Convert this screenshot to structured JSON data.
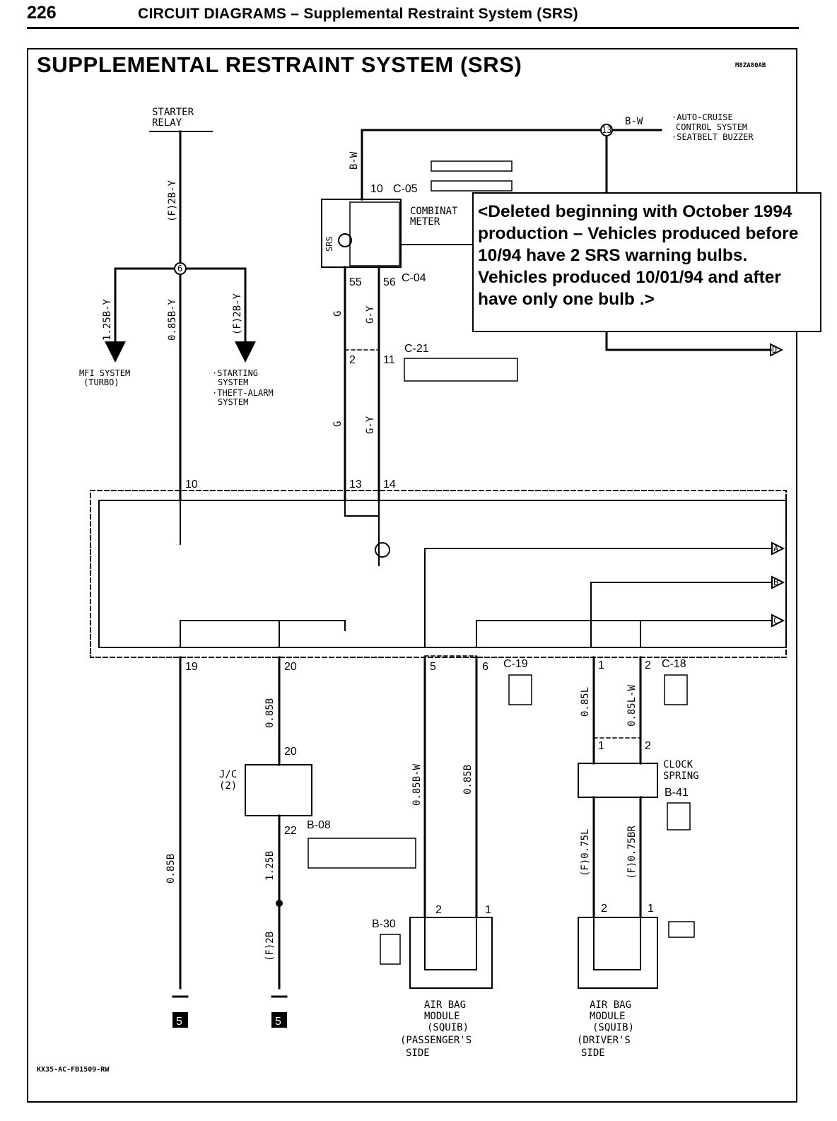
{
  "header": {
    "page_number": "226",
    "title": "CIRCUIT DIAGRAMS – Supplemental Restraint System (SRS)"
  },
  "diagram": {
    "title": "SUPPLEMENTAL RESTRAINT SYSTEM (SRS)",
    "code": "M8ZA80AB",
    "footer_code": "KX35-AC-FB1509-RW"
  },
  "note": {
    "text": "<Deleted beginning with October 1994  production – Vehicles produced before 10/94 have 2 SRS warning bulbs. Vehicles produced 10/01/94 and after have only one bulb .>"
  },
  "labels": {
    "starter_relay_1": "STARTER",
    "starter_relay_2": "RELAY",
    "bw_top": "B-W",
    "bw_vertical": "B-W",
    "auto_cruise_1": "·AUTO-CRUISE",
    "auto_cruise_2": "CONTROL SYSTEM",
    "seatbelt": "·SEATBELT BUZZER",
    "combination_meter_1": "COMBINAT",
    "combination_meter_2": "METER",
    "c05": "C-05",
    "c04": "C-04",
    "c21": "C-21",
    "c19": "C-19",
    "c18": "C-18",
    "b08": "B-08",
    "b30": "B-30",
    "b41": "B-41",
    "clock_spring_1": "CLOCK",
    "clock_spring_2": "SPRING",
    "jc_1": "J/C",
    "jc_2": "(2)",
    "srs_lamp": "SRS",
    "wire_f2by_top": "(F)2B-Y",
    "wire_125by": "1.25B-Y",
    "wire_085by": "0.85B-Y",
    "wire_f2by_right": "(F)2B-Y",
    "wire_g_top": "G",
    "wire_gy_top": "G-Y",
    "wire_g_mid": "G",
    "wire_gy_mid": "G-Y",
    "wire_085b_19": "0.85B",
    "wire_085b_20": "0.85B",
    "wire_125b": "1.25B",
    "wire_f2b": "(F)2B",
    "wire_085bw": "0.85B-W",
    "wire_085b_6": "0.85B",
    "wire_085gl": "0.85L",
    "wire_085lw": "0.85L-W",
    "wire_f075l": "(F)0.75L",
    "wire_f075br": "(F)0.75BR",
    "mfi_1": "MFI SYSTEM",
    "mfi_2": "(TURBO)",
    "starting_1": "·STARTING",
    "starting_2": "SYSTEM",
    "theft_1": "·THEFT-ALARM",
    "theft_2": "SYSTEM",
    "airbag_p_1": "AIR BAG",
    "airbag_p_2": "MODULE",
    "airbag_p_3": "(SQUIB)",
    "airbag_p_4": "(PASSENGER'S",
    "airbag_p_5": "SIDE",
    "airbag_d_1": "AIR BAG",
    "airbag_d_2": "MODULE",
    "airbag_d_3": "(SQUIB)",
    "airbag_d_4": "(DRIVER'S",
    "airbag_d_5": "SIDE",
    "ground_1": "5",
    "ground_2": "5",
    "joint_6": "6",
    "joint_13": "13",
    "arrow_a": "A",
    "arrow_b": "B",
    "arrow_c": "C",
    "arrow_d": "D"
  },
  "pins": {
    "p10_c05": "10",
    "p55": "55",
    "p56": "56",
    "p2_c21": "2",
    "p11_c21": "11",
    "p10_ecu": "10",
    "p13_ecu": "13",
    "p14_ecu": "14",
    "p19": "19",
    "p20": "20",
    "p5": "5",
    "p6": "6",
    "p1_c18": "1",
    "p2_c18": "2",
    "p20_jc": "20",
    "p22_jc": "22",
    "p1_cs": "1",
    "p2_cs": "2",
    "p2_b30": "2",
    "p1_b30": "1",
    "p2_drv": "2",
    "p1_drv": "1"
  }
}
